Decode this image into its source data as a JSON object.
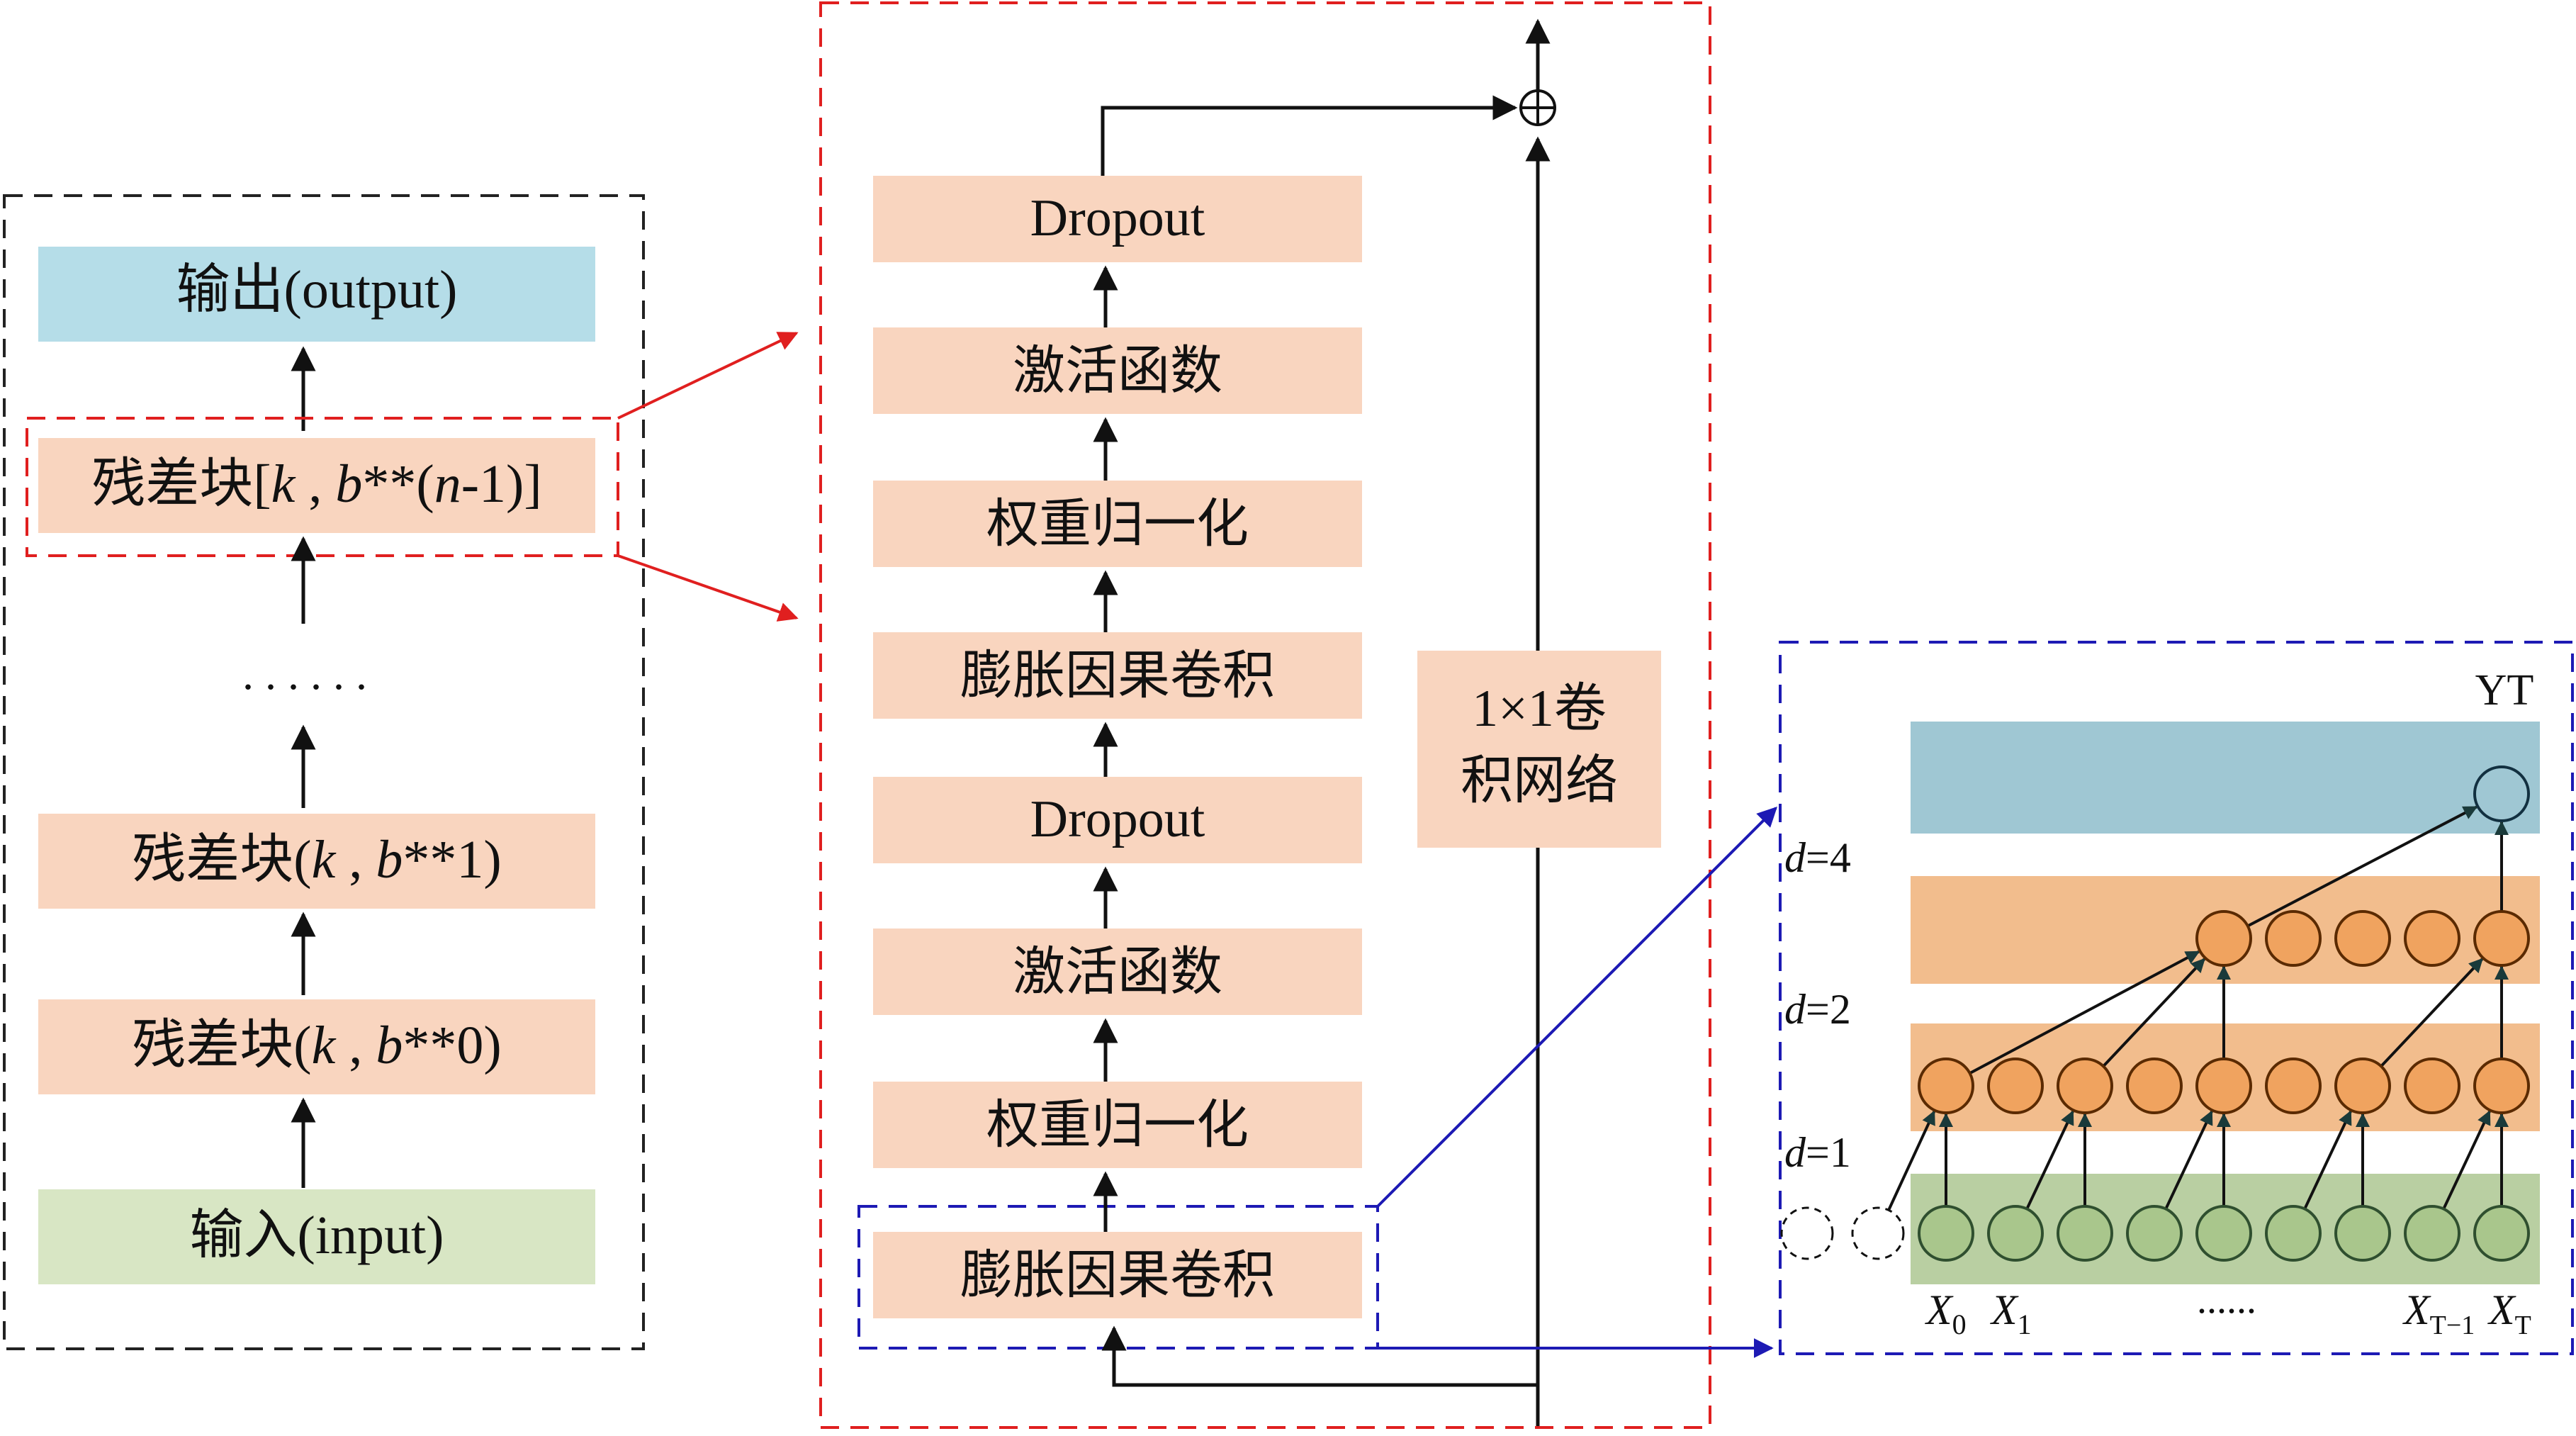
{
  "colors": {
    "peach": "#f9d5bf",
    "output_blue": "#b5dde8",
    "input_green": "#d8e6c4",
    "tcn_top": "#9fc7d3",
    "tcn_orange": "#f2bd8d",
    "tcn_green": "#b9cfa2",
    "node_orange": "#f0a35f",
    "node_green": "#a9c68c",
    "red": "#e01f1f",
    "blue": "#1d1ab4",
    "dark": "#222222"
  },
  "left_stack": {
    "output": "输出(output)",
    "residual_n_prefix": "残差块[",
    "residual_n_k": "k",
    "residual_n_sep": " , ",
    "residual_n_b": "b",
    "residual_n_pow": "**(",
    "residual_n_n": "n",
    "residual_n_suffix": "-1)]",
    "ellipsis": ". . . . . .",
    "residual_1_prefix": "残差块(",
    "residual_1_k": "k",
    "residual_1_sep": " , ",
    "residual_1_b": "b",
    "residual_1_suffix": "**1)",
    "residual_0_prefix": "残差块(",
    "residual_0_k": "k",
    "residual_0_sep": " , ",
    "residual_0_b": "b",
    "residual_0_suffix": "**0)",
    "input": "输入(input)"
  },
  "middle_stack": {
    "dropout_top": "Dropout",
    "activation_top": "激活函数",
    "weight_norm_top": "权重归一化",
    "dilated_conv_top": "膨胀因果卷积",
    "dropout_bottom": "Dropout",
    "activation_bottom": "激活函数",
    "weight_norm_bottom": "权重归一化",
    "dilated_conv_bottom": "膨胀因果卷积",
    "conv1x1_line1": "1×1卷",
    "conv1x1_line2": "积网络",
    "add_symbol": "⊕"
  },
  "tcn": {
    "output_label": "YT",
    "d4_var": "d",
    "d4_val": "=4",
    "d2_var": "d",
    "d2_val": "=2",
    "d1_var": "d",
    "d1_val": "=1",
    "x0": "X",
    "x0_sub": "0",
    "x1": "X",
    "x1_sub": "1",
    "dots": "......",
    "xt1": "X",
    "xt1_sub": "T−1",
    "xt": "X",
    "xt_sub": "T"
  }
}
